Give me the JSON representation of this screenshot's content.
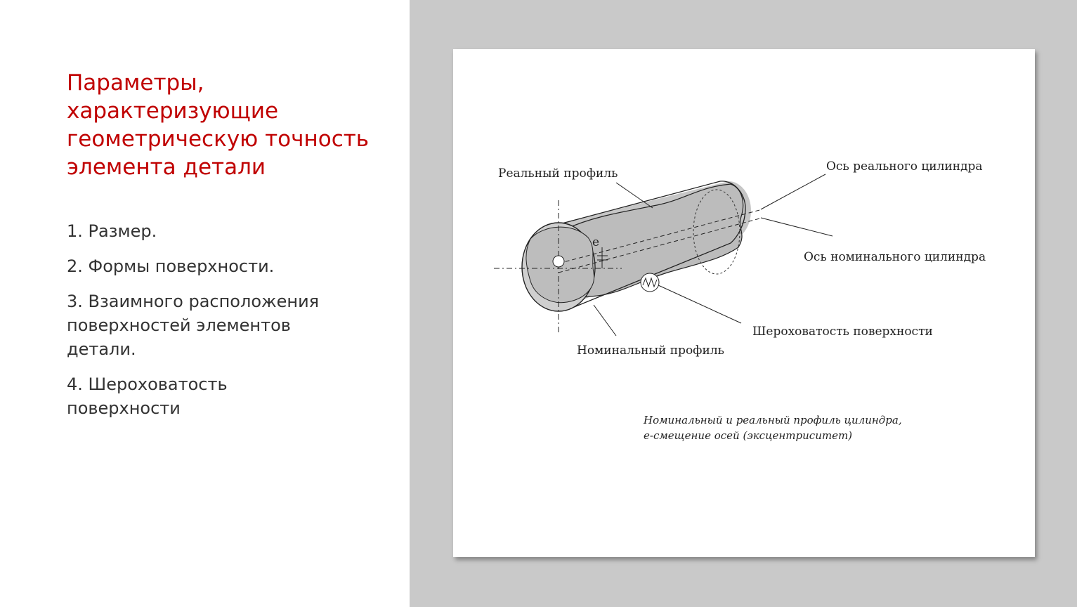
{
  "slide": {
    "title_lines": [
      "Параметры,",
      "характеризующие",
      "геометрическую точность",
      "элемента детали"
    ],
    "items": [
      {
        "lines": [
          "1. Размер."
        ]
      },
      {
        "lines": [
          "2. Формы поверхности."
        ]
      },
      {
        "lines": [
          "3. Взаимного расположения",
          "поверхностей элементов",
          "детали."
        ]
      },
      {
        "lines": [
          "4. Шероховатость",
          "поверхности"
        ]
      }
    ]
  },
  "figure": {
    "labels": {
      "real_profile": "Реальный профиль",
      "real_axis": "Ось реального цилиндра",
      "nominal_axis": "Ось номинального цилиндра",
      "roughness": "Шероховатость поверхности",
      "nominal_profile": "Номинальный профиль",
      "e": "e"
    },
    "caption_lines": [
      "Номинальный и реальный профиль цилиндра,",
      "е-смещение осей (эксцентриситет)"
    ]
  },
  "colors": {
    "title": "#c00000",
    "text": "#333333",
    "background_right": "#c9c9c9",
    "figure_fill": "#c8c8c8"
  }
}
